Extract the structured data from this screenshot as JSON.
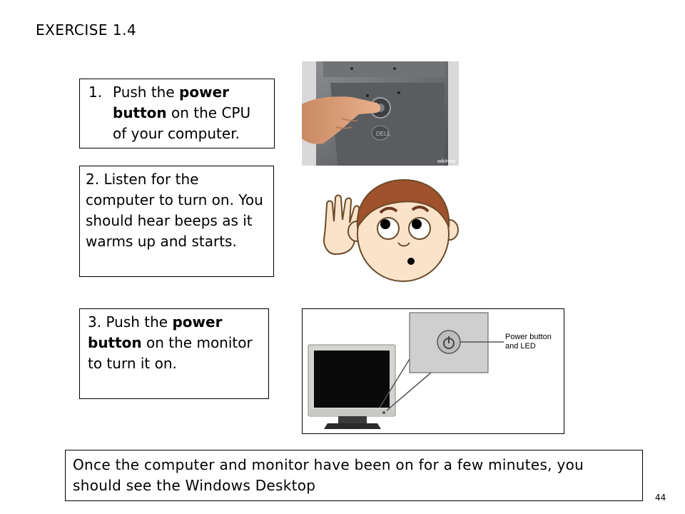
{
  "title": "EXERCISE 1.4",
  "step1": {
    "number": "1.",
    "prefix": "Push the ",
    "bold1": "power button",
    "suffix": " on the CPU of your computer."
  },
  "step2": {
    "text": "2.  Listen for the computer to turn on. You should hear beeps as it warms up and starts."
  },
  "step3": {
    "prefix": "3.  Push the ",
    "bold": "power button",
    "suffix": " on the monitor to turn it on."
  },
  "bottom": {
    "text": "Once the computer and monitor have been on for a few minutes, you should see the Windows Desktop"
  },
  "images": {
    "cpu_photo": "finger-pressing-cpu-power-button",
    "listening_face": "cartoon-face-listening",
    "monitor_photo": "monitor-power-button",
    "monitor_callout_line1": "Power button",
    "monitor_callout_line2": "and LED"
  },
  "page_number": "44"
}
